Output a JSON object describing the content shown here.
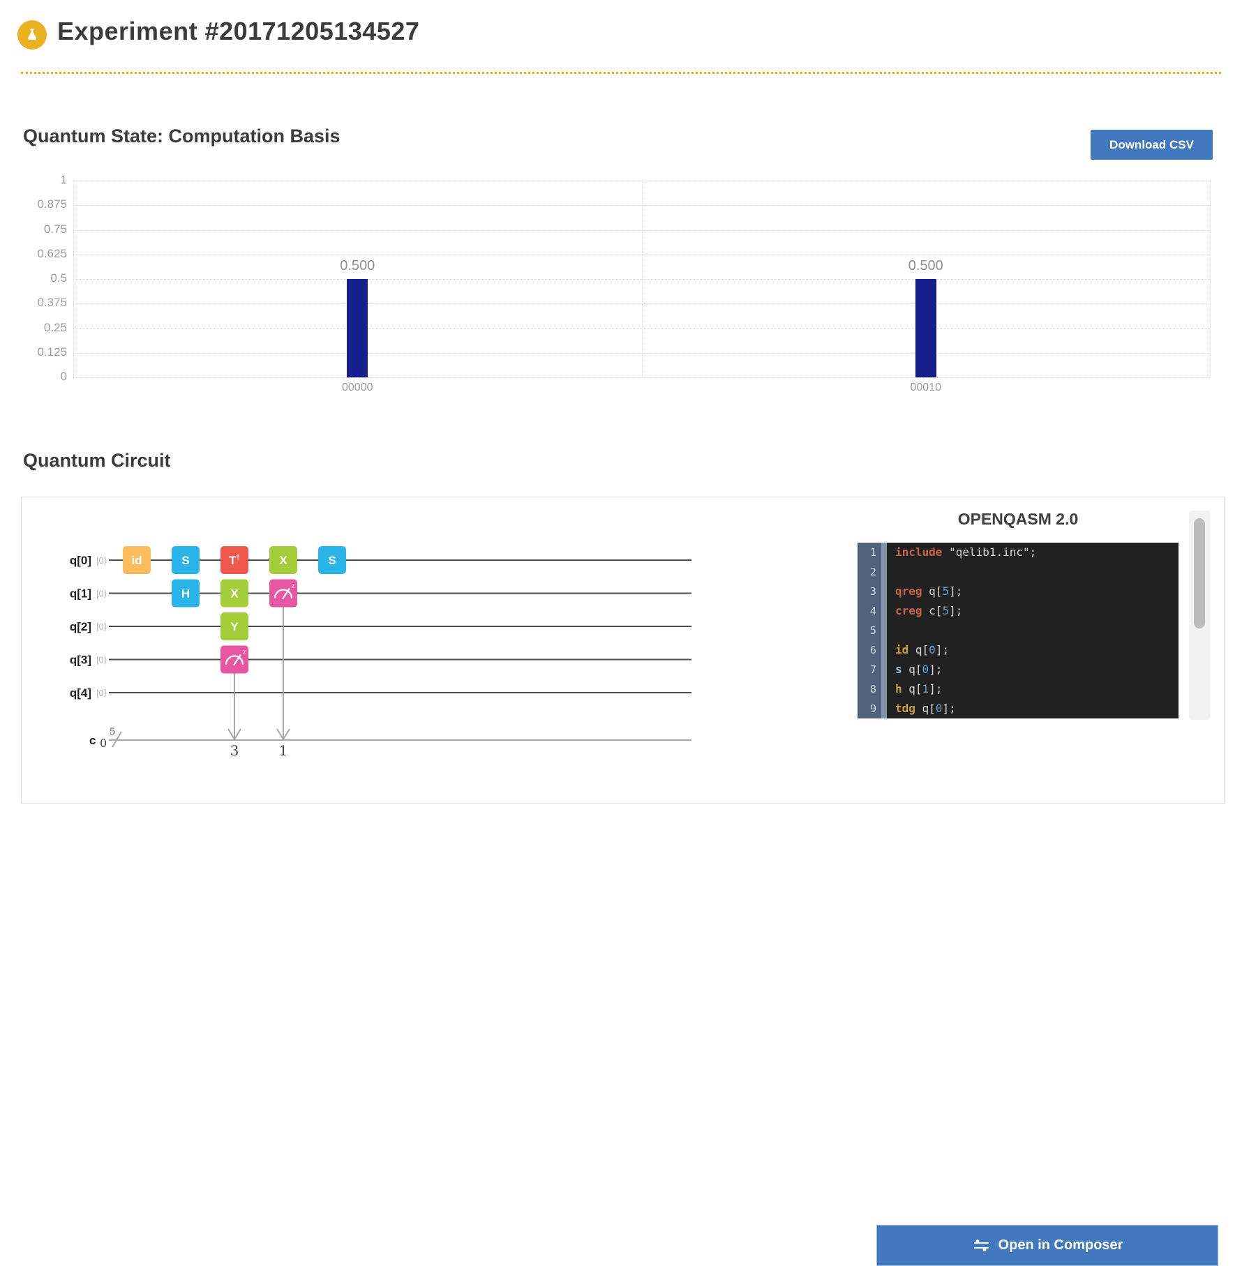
{
  "header": {
    "title": "Experiment #20171205134527",
    "badge_color": "#eab221",
    "divider_color": "#e5aa0e"
  },
  "state_section": {
    "heading": "Quantum State: Computation Basis",
    "download_csv_label": "Download CSV",
    "button_color": "#4178be"
  },
  "chart_data": {
    "type": "bar",
    "title": "Quantum State: Computation Basis",
    "categories": [
      "00000",
      "00010"
    ],
    "values": [
      0.5,
      0.5
    ],
    "value_labels": [
      "0.500",
      "0.500"
    ],
    "xlabel": "",
    "ylabel": "",
    "ylim": [
      0,
      1
    ],
    "yticks": [
      1,
      0.875,
      0.75,
      0.625,
      0.5,
      0.375,
      0.25,
      0.125,
      0
    ],
    "ytick_labels": [
      "1",
      "0.875",
      "0.75",
      "0.625",
      "0.5",
      "0.375",
      "0.25",
      "0.125",
      "0"
    ],
    "bar_color": "#16208c",
    "grid": "dotted horizontal + vertical band boundaries",
    "legend": "none"
  },
  "circuit_section": {
    "heading": "Quantum Circuit",
    "qubits": [
      {
        "label": "q[0]",
        "ket": "|0⟩"
      },
      {
        "label": "q[1]",
        "ket": "|0⟩"
      },
      {
        "label": "q[2]",
        "ket": "|0⟩"
      },
      {
        "label": "q[3]",
        "ket": "|0⟩"
      },
      {
        "label": "q[4]",
        "ket": "|0⟩"
      }
    ],
    "gates": [
      {
        "qubit": 0,
        "col": 0,
        "label": "id",
        "type": "id",
        "color": "#fbbd5b"
      },
      {
        "qubit": 0,
        "col": 1,
        "label": "S",
        "type": "s",
        "color": "#29b5e8"
      },
      {
        "qubit": 0,
        "col": 2,
        "label": "T",
        "sup": "†",
        "type": "tdg",
        "color": "#f2574e"
      },
      {
        "qubit": 0,
        "col": 3,
        "label": "X",
        "type": "x",
        "color": "#a3cd39"
      },
      {
        "qubit": 0,
        "col": 4,
        "label": "S",
        "type": "s",
        "color": "#29b5e8"
      },
      {
        "qubit": 1,
        "col": 1,
        "label": "H",
        "type": "h",
        "color": "#29b5e8"
      },
      {
        "qubit": 1,
        "col": 2,
        "label": "X",
        "type": "x",
        "color": "#a3cd39"
      },
      {
        "qubit": 1,
        "col": 3,
        "label": "",
        "type": "measure",
        "color": "#e757a1",
        "target_label": "1"
      },
      {
        "qubit": 2,
        "col": 2,
        "label": "Y",
        "type": "y",
        "color": "#a3cd39"
      },
      {
        "qubit": 3,
        "col": 2,
        "label": "",
        "type": "measure",
        "color": "#e757a1",
        "target_label": "3"
      }
    ],
    "classical": {
      "label": "c",
      "index": "0",
      "bus_width": "5"
    }
  },
  "qasm": {
    "title": "OPENQASM 2.0",
    "open_button_label": "Open in Composer",
    "lines": [
      {
        "num": "1",
        "tokens": [
          {
            "t": "include",
            "c": "kw"
          },
          {
            "t": " \"qelib1.inc\";",
            "c": "pl"
          }
        ]
      },
      {
        "num": "2",
        "tokens": []
      },
      {
        "num": "3",
        "tokens": [
          {
            "t": "qreg",
            "c": "kw"
          },
          {
            "t": " q[",
            "c": "pl"
          },
          {
            "t": "5",
            "c": "num"
          },
          {
            "t": "];",
            "c": "pl"
          }
        ]
      },
      {
        "num": "4",
        "tokens": [
          {
            "t": "creg",
            "c": "kw"
          },
          {
            "t": " c[",
            "c": "pl"
          },
          {
            "t": "5",
            "c": "num"
          },
          {
            "t": "];",
            "c": "pl"
          }
        ]
      },
      {
        "num": "5",
        "tokens": []
      },
      {
        "num": "6",
        "tokens": [
          {
            "t": "id",
            "c": "gate"
          },
          {
            "t": " q[",
            "c": "pl"
          },
          {
            "t": "0",
            "c": "num"
          },
          {
            "t": "];",
            "c": "pl"
          }
        ]
      },
      {
        "num": "7",
        "tokens": [
          {
            "t": "s",
            "c": "gate2"
          },
          {
            "t": " q[",
            "c": "pl"
          },
          {
            "t": "0",
            "c": "num"
          },
          {
            "t": "];",
            "c": "pl"
          }
        ]
      },
      {
        "num": "8",
        "tokens": [
          {
            "t": "h",
            "c": "gate"
          },
          {
            "t": " q[",
            "c": "pl"
          },
          {
            "t": "1",
            "c": "num"
          },
          {
            "t": "];",
            "c": "pl"
          }
        ]
      },
      {
        "num": "9",
        "tokens": [
          {
            "t": "tdg",
            "c": "gate"
          },
          {
            "t": " q[",
            "c": "pl"
          },
          {
            "t": "0",
            "c": "num"
          },
          {
            "t": "];",
            "c": "pl"
          }
        ]
      }
    ]
  }
}
